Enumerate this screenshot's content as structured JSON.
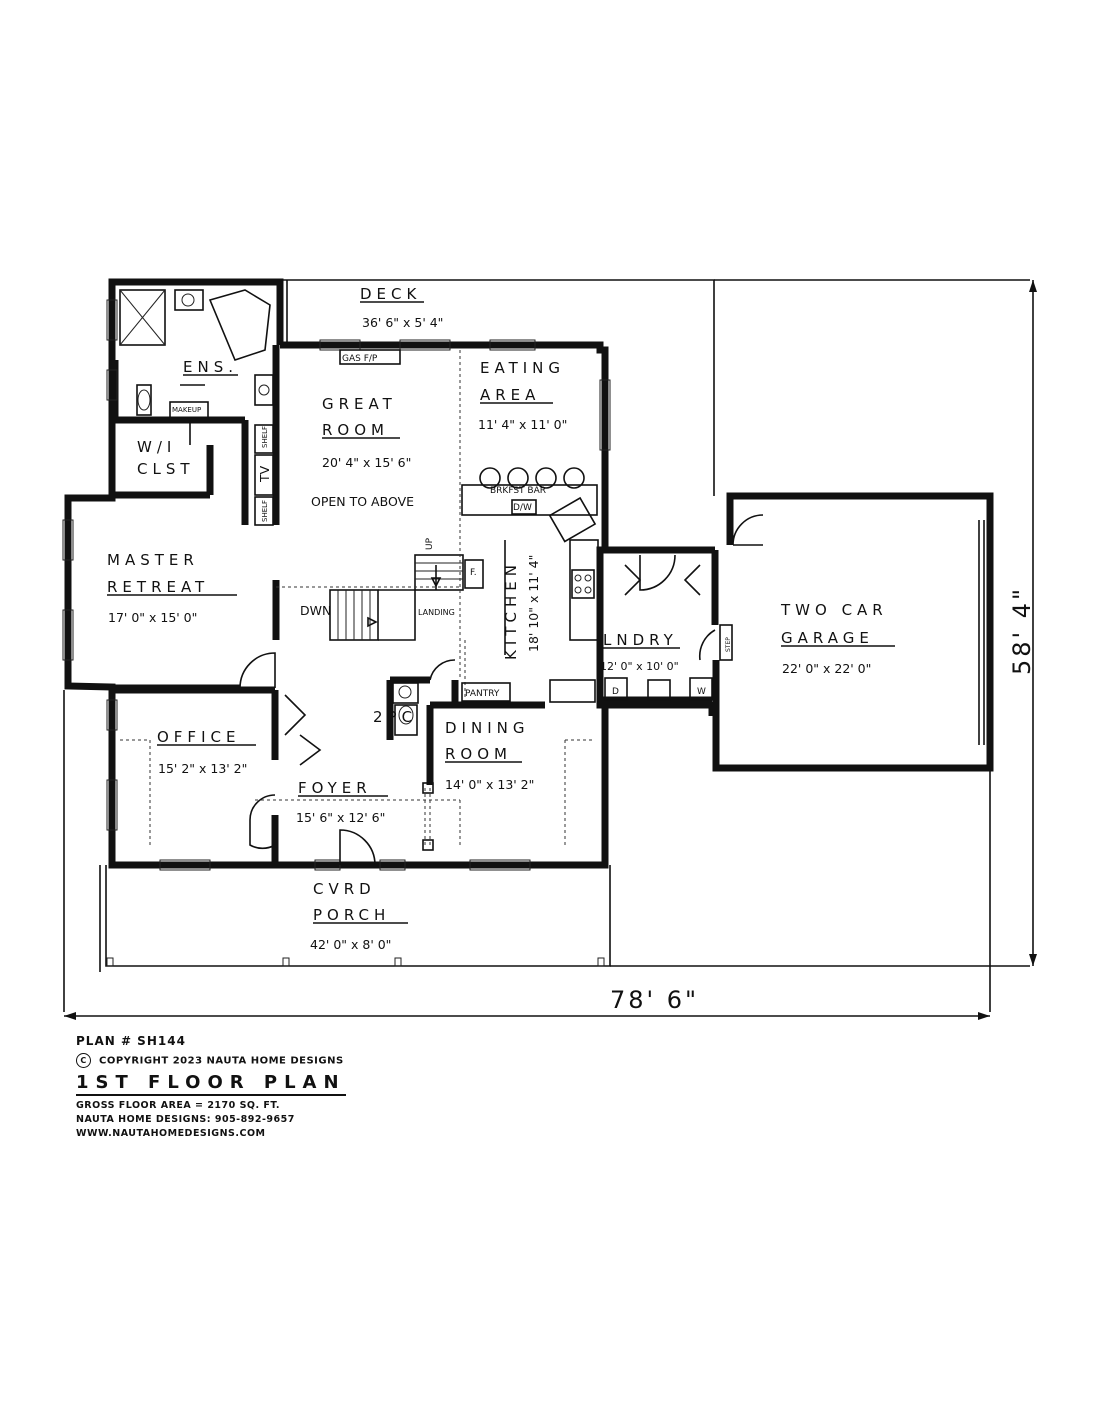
{
  "rooms": {
    "deck": {
      "name": "DECK",
      "size": "36' 6\" x 5' 4\""
    },
    "ensuite": {
      "name": "ENS."
    },
    "wic": {
      "line1": "W/I",
      "line2": "CLST"
    },
    "great_room": {
      "line1": "GREAT",
      "line2": "ROOM",
      "size": "20' 4\" x 15' 6\"",
      "note": "OPEN TO ABOVE"
    },
    "eating_area": {
      "line1": "EATING",
      "line2": "AREA",
      "size": "11' 4\" x 11' 0\""
    },
    "master_retreat": {
      "line1": "MASTER",
      "line2": "RETREAT",
      "size": "17' 0\" x 15' 0\""
    },
    "kitchen": {
      "name": "KITCHEN",
      "size": "18' 10\" x 11' 4\""
    },
    "laundry": {
      "name": "LNDRY",
      "size": "12' 0\" x 10' 0\""
    },
    "garage": {
      "line1": "TWO CAR",
      "line2": "GARAGE",
      "size": "22' 0\" x 22' 0\""
    },
    "office": {
      "name": "OFFICE",
      "size": "15' 2\" x 13' 2\""
    },
    "two_pc": {
      "name": "2PC"
    },
    "dining_room": {
      "line1": "DINING",
      "line2": "ROOM",
      "size": "14' 0\" x 13' 2\""
    },
    "foyer": {
      "name": "FOYER",
      "size": "15' 6\" x 12' 6\""
    },
    "porch": {
      "line1": "CVRD",
      "line2": "PORCH",
      "size": "42' 0\" x 8' 0\""
    }
  },
  "fixtures": {
    "gas_fp": "GAS F/P",
    "makeup": "MAKEUP",
    "shelf_top": "SHELF",
    "tv": "TV",
    "shelf_bottom": "SHELF",
    "brkfst_bar": "BRKFST BAR",
    "dw": "D/W",
    "up": "UP",
    "dwn": "DWN",
    "landing": "LANDING",
    "fridge": "F.",
    "pantry": "PANTRY",
    "dryer": "D",
    "washer": "W",
    "step": "STEP"
  },
  "dimensions": {
    "width": "78' 6\"",
    "depth": "58' 4\""
  },
  "footer": {
    "plan_number": "PLAN # SH144",
    "copyright_symbol": "C",
    "copyright": "COPYRIGHT 2023 NAUTA HOME DESIGNS",
    "title": "1ST FLOOR PLAN",
    "gross_area": "GROSS FLOOR AREA  =  2170  SQ. FT.",
    "phone": "NAUTA HOME DESIGNS:  905-892-9657",
    "website": "WWW.NAUTAHOMEDESIGNS.COM"
  }
}
